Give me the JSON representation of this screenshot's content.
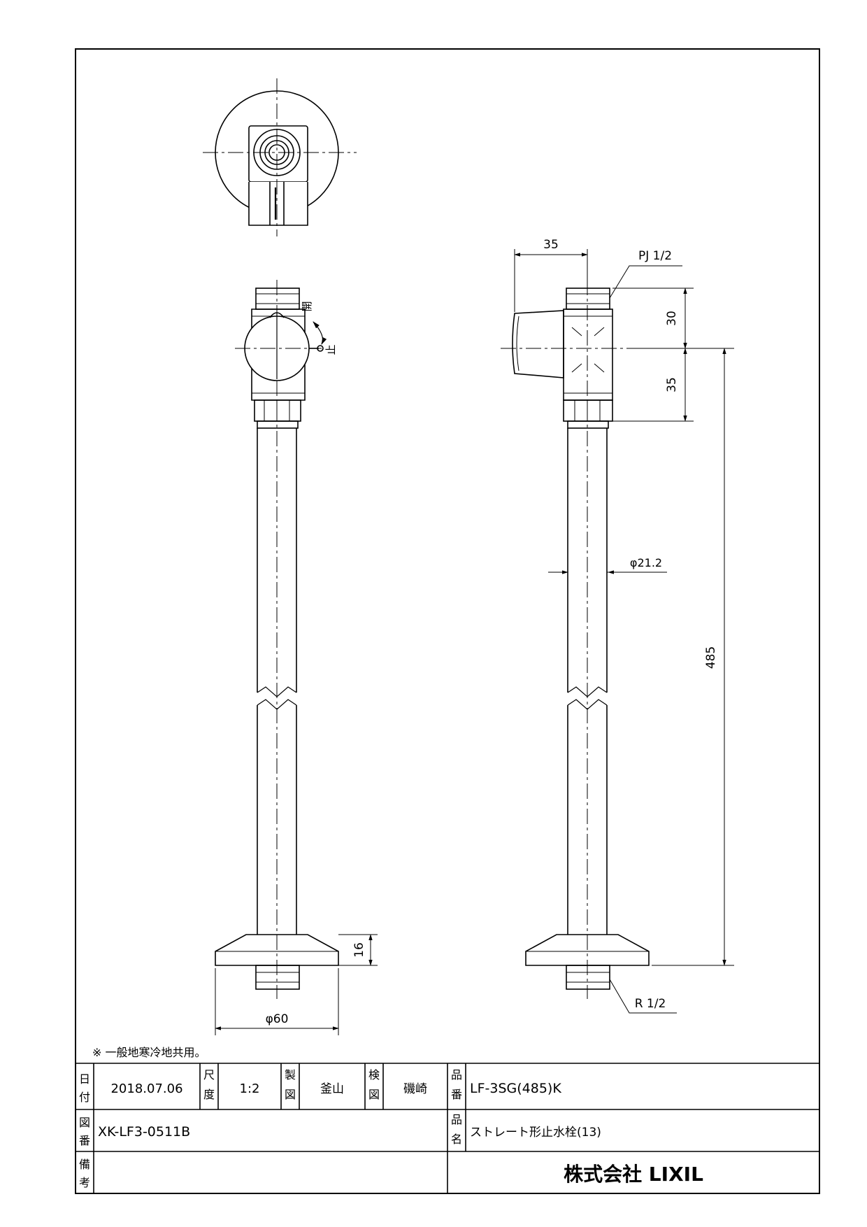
{
  "note": "※ 一般地寒冷地共用。",
  "annotations": {
    "open": "開",
    "stop": "止"
  },
  "dimensions": {
    "top_width": "35",
    "thread_top": "PJ 1/2",
    "dim_30": "30",
    "dim_35": "35",
    "pipe_dia": "φ21.2",
    "total_length": "485",
    "flange_height": "16",
    "flange_dia": "φ60",
    "thread_bottom": "R 1/2"
  },
  "title_block": {
    "date_label": "日\n付",
    "date": "2018.07.06",
    "scale_label": "尺\n度",
    "scale": "1:2",
    "drawn_label": "製\n図",
    "drawn_by": "釜山",
    "checked_label": "検\n図",
    "checked_by": "磯崎",
    "part_no_label": "品\n番",
    "part_no": "LF-3SG(485)K",
    "drawing_no_label": "図\n番",
    "drawing_no": "XK-LF3-0511B",
    "part_name_label": "品\n名",
    "part_name": "ストレート形止水栓(13)",
    "remarks_label": "備\n考",
    "company": "株式会社 LIXIL"
  }
}
